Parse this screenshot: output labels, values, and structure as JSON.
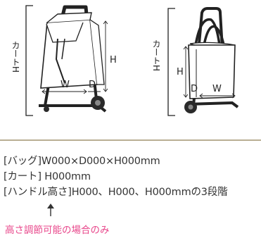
{
  "diagram": {
    "left_product": {
      "height_label": "カートH",
      "h_label": "H",
      "w_label": "W",
      "d_label": "D"
    },
    "right_product": {
      "height_label": "カートH",
      "h_label": "H",
      "w_label": "W",
      "d_label": "D"
    }
  },
  "specs": {
    "bag": {
      "label": "[バッグ]",
      "value": "W000×D000×H000mm"
    },
    "cart": {
      "label": "[カート]",
      "value": " H000mm"
    },
    "handle": {
      "label": "[ハンドル高さ]",
      "value": "H000、H000、H000mmの3段階"
    }
  },
  "note": {
    "text": "高さ調節可能の場合のみ"
  },
  "colors": {
    "note": "#e8478b",
    "divider": "#b9ae93",
    "line": "#333333"
  }
}
